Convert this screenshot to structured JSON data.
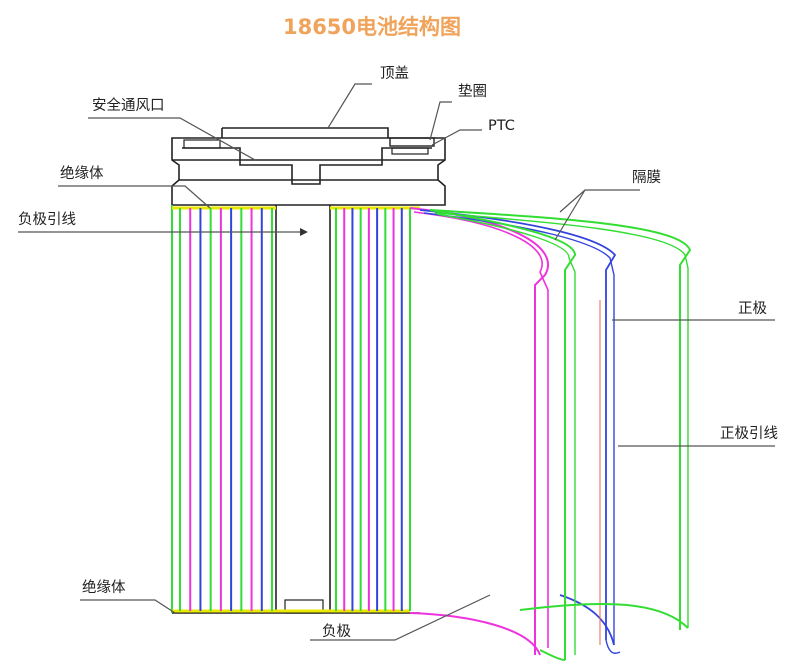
{
  "title": "18650电池结构图",
  "labels": {
    "top_cap": "顶盖",
    "gasket": "垫圈",
    "safety_vent": "安全通风口",
    "ptc": "PTC",
    "insulator_top": "绝缘体",
    "separator": "隔膜",
    "negative_lead": "负极引线",
    "positive_electrode": "正极",
    "positive_lead": "正极引线",
    "insulator_bottom": "绝缘体",
    "negative_electrode": "负极"
  },
  "colors": {
    "title": "#f0a35a",
    "green": "#33dd33",
    "blue": "#3344dd",
    "magenta": "#ee33dd",
    "yellow": "#e8e800",
    "outline": "#222222",
    "leader": "#555555"
  }
}
